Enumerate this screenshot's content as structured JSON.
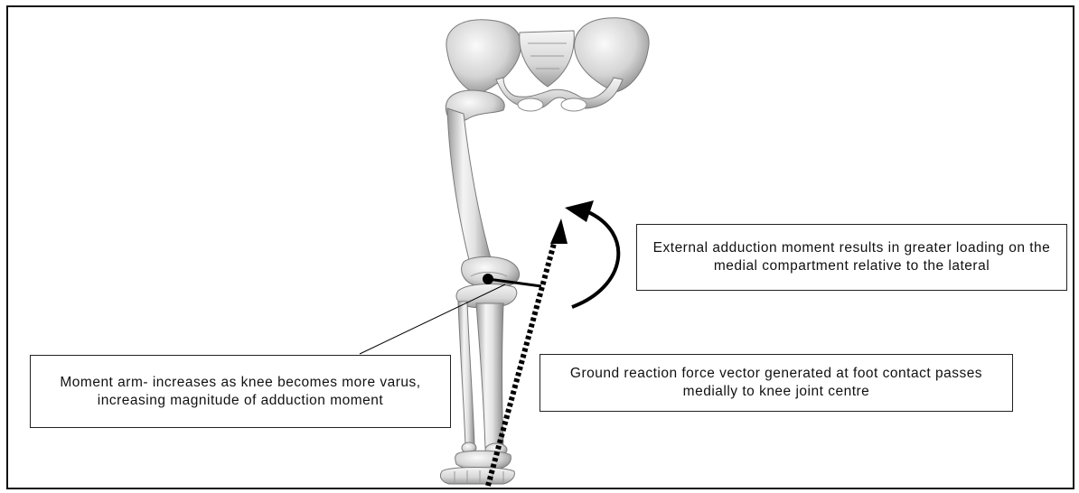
{
  "callouts": {
    "adduction_moment": "External adduction moment results in greater loading on the medial compartment relative to the lateral",
    "moment_arm": "Moment arm- increases as knee becomes more varus, increasing magnitude of adduction moment",
    "ground_reaction_force": "Ground reaction force vector generated at foot contact passes medially to knee joint centre"
  },
  "colors": {
    "bone_light": "#f2f2f2",
    "bone_mid": "#c8c8c8",
    "bone_dark": "#8f8f8f",
    "annotation": "#000000"
  },
  "icons": {
    "anatomy": "lower-limb-skeleton",
    "moment": "curved-arrow",
    "force": "dotted-arrow"
  }
}
